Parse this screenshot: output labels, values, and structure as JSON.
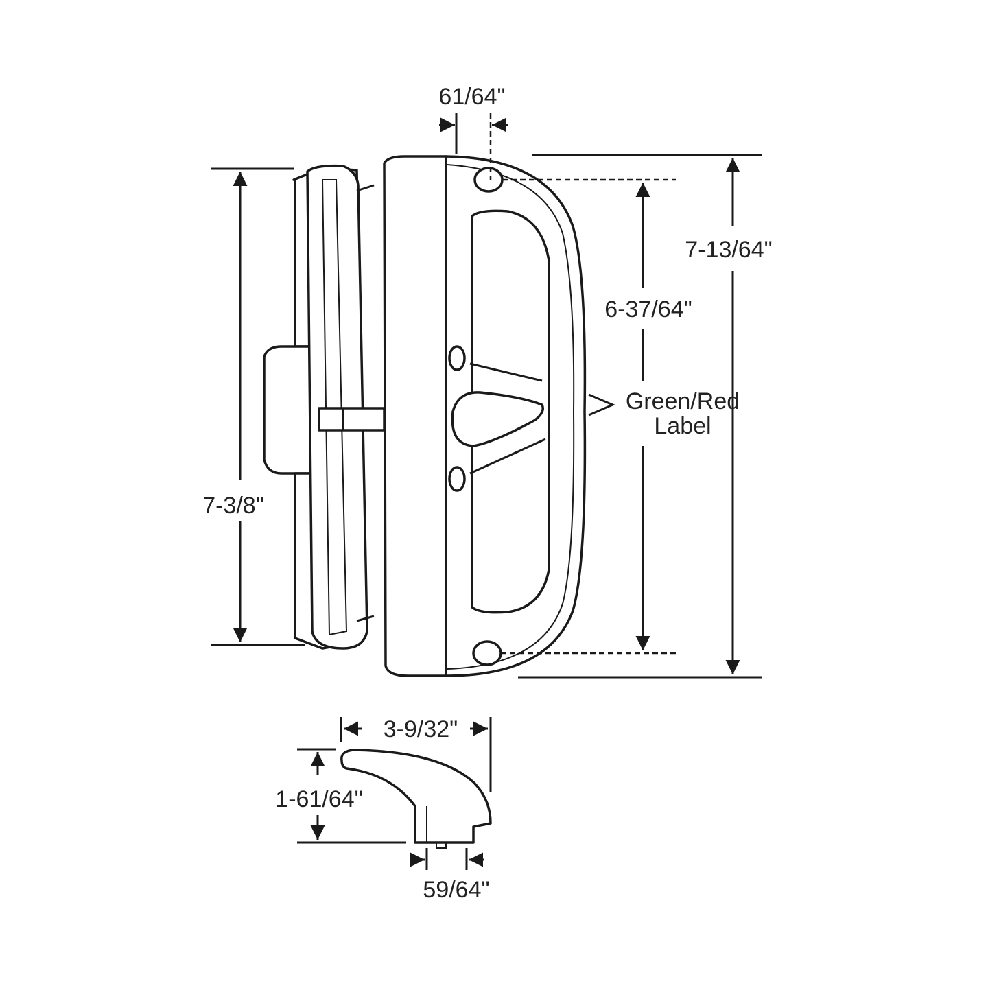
{
  "diagram": {
    "dimensions": {
      "screw_offset": "61/64\"",
      "overall_handle_height": "7-13/64\"",
      "hole_spacing": "6-37/64\"",
      "back_plate_height": "7-3/8\"",
      "lever_length": "3-9/32\"",
      "lever_height": "1-61/64\"",
      "lever_base": "59/64\""
    },
    "callout": {
      "line1": "Green/Red",
      "line2": "Label"
    },
    "colors": {
      "ink": "#1a1a1a",
      "background": "#ffffff"
    }
  }
}
